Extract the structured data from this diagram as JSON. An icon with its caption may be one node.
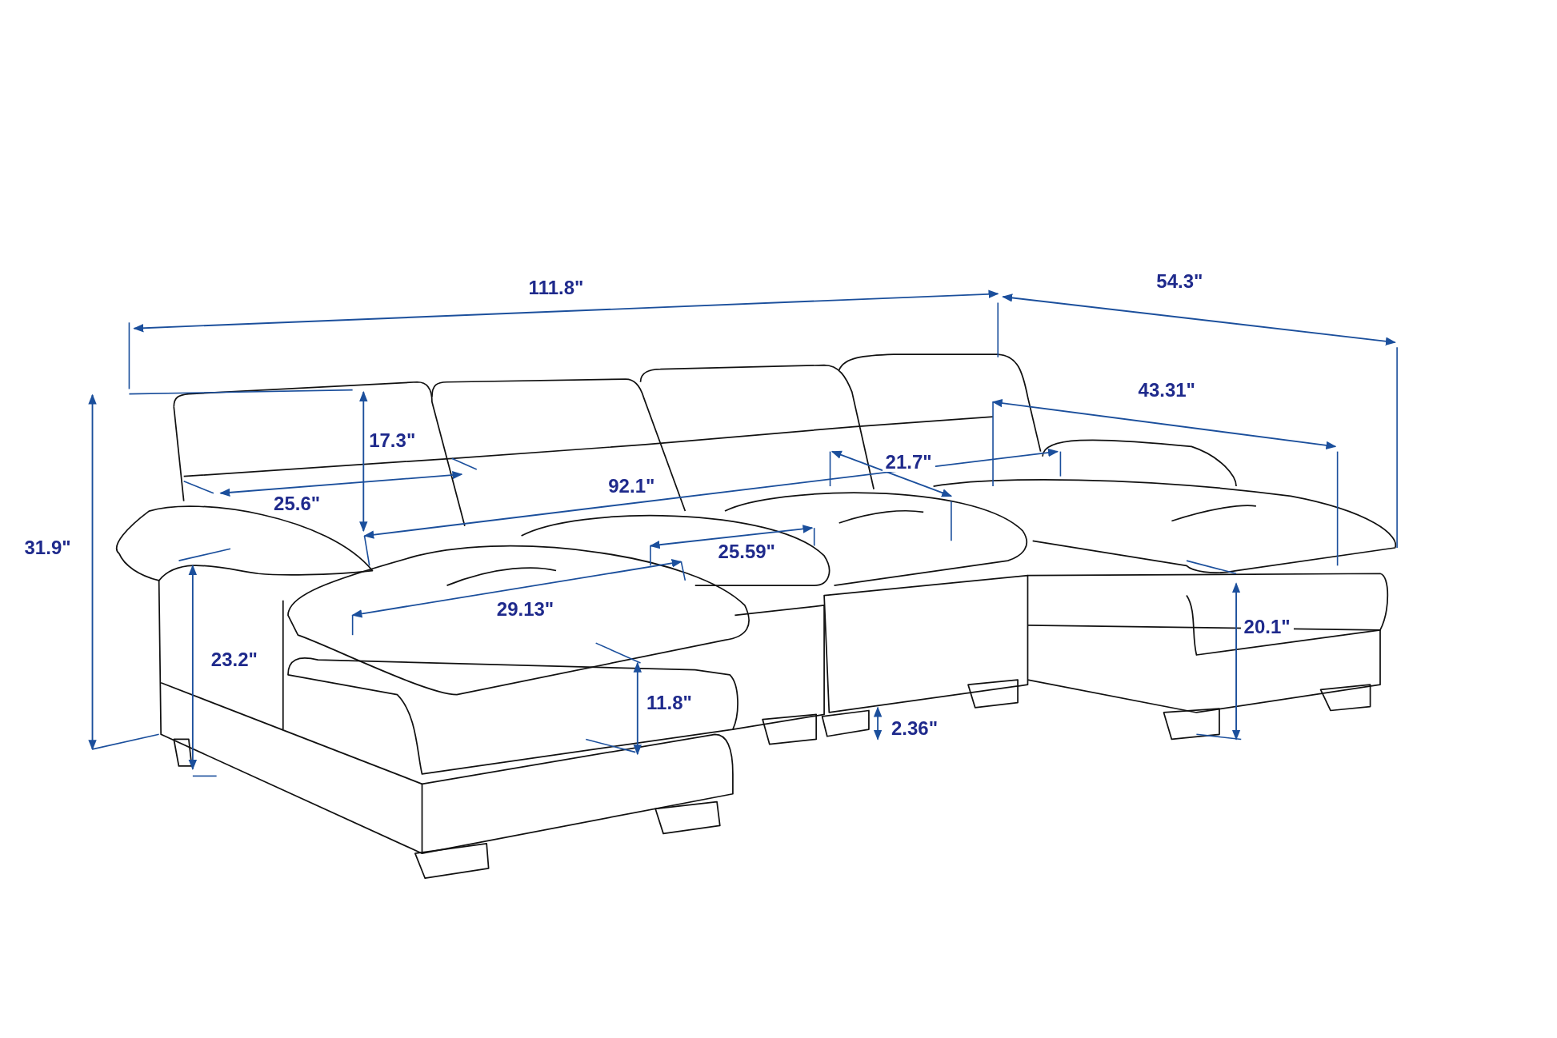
{
  "diagram": {
    "labels": [
      "111.8\"",
      "54.3\"",
      "43.31\"",
      "17.3\"",
      "21.7\"",
      "92.1\"",
      "25.6\"",
      "31.9\"",
      "25.59\"",
      "29.13\"",
      "20.1\"",
      "23.2\"",
      "11.8\"",
      "2.36\""
    ]
  }
}
